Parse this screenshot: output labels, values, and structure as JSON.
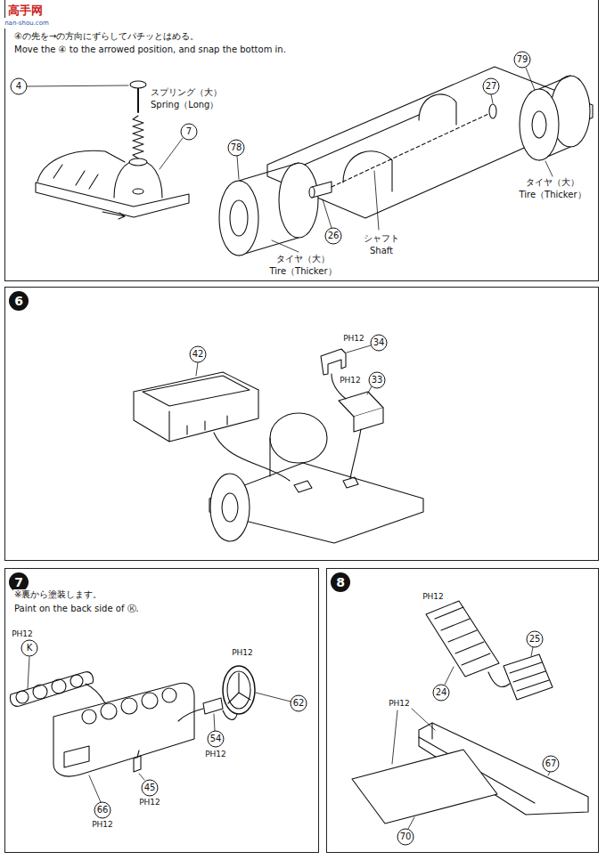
{
  "diagram": {
    "nodes": [
      {
        "text": [
          "④の先を→の方向にずらしてパチッとはめる。",
          "Move the ④ to the arrowed position, and snap the bottom in."
        ]
      },
      {
        "text": [
          "6"
        ]
      },
      {
        "text": [
          "7"
        ]
      },
      {
        "text": [
          "8"
        ]
      }
    ],
    "labels": [
      "高手网",
      "nan-shou.com",
      "4",
      "スプリング（大）",
      "Spring（Long）",
      "7",
      "79",
      "27",
      "78",
      "26",
      "タイヤ（大）",
      "Tire（Thicker）",
      "シャフト",
      "Shaft",
      "タイヤ（大）",
      "Tire（Thicker）",
      "42",
      "PH12",
      "34",
      "PH12",
      "33",
      "※裏から塗装します。",
      "Paint on the back side of Ⓚ.",
      "PH12",
      "K",
      "PH12",
      "62",
      "54",
      "PH12",
      "45",
      "PH12",
      "66",
      "PH12",
      "PH12",
      "25",
      "24",
      "PH12",
      "67",
      "70"
    ]
  }
}
